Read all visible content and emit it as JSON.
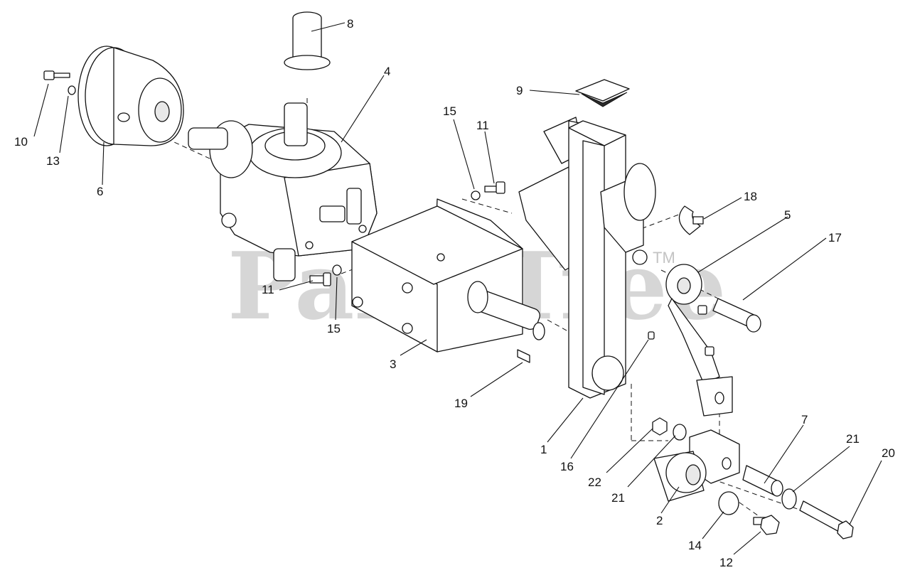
{
  "watermark": {
    "brand": "PartsTree",
    "trademark": "TM"
  },
  "callouts": [
    "1",
    "2",
    "3",
    "4",
    "5",
    "6",
    "7",
    "8",
    "9",
    "10",
    "11",
    "11",
    "12",
    "13",
    "14",
    "15",
    "15",
    "16",
    "17",
    "18",
    "19",
    "20",
    "21",
    "21",
    "22"
  ]
}
